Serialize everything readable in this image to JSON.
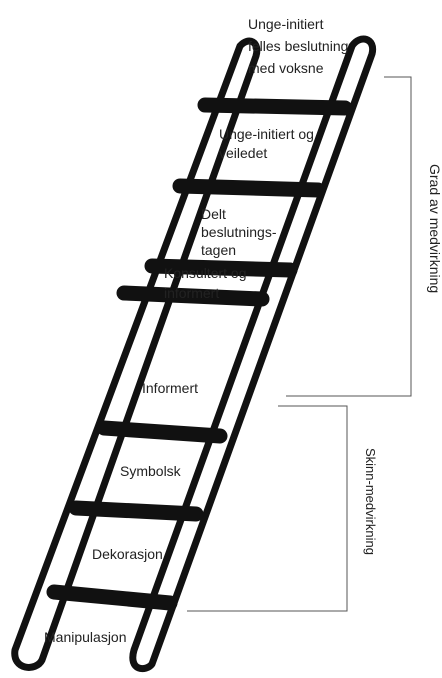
{
  "rungs": [
    {
      "label": "Unge-initiert felles beslutning med voksne"
    },
    {
      "label": "Unge-initiert og veiledet"
    },
    {
      "label": "Delt beslutnings-tagen"
    },
    {
      "label": "Konsultert og informert"
    },
    {
      "label": "Informert"
    },
    {
      "label": "Symbolsk"
    },
    {
      "label": "Dekorasjon"
    },
    {
      "label": "Manipulasjon"
    }
  ],
  "groups": {
    "upper": {
      "label": "Grad av medvirkning"
    },
    "lower": {
      "label": "Skinn-medvirkning"
    }
  },
  "colors": {
    "ink": "#111111",
    "bracket": "#555555",
    "text": "#222222"
  }
}
